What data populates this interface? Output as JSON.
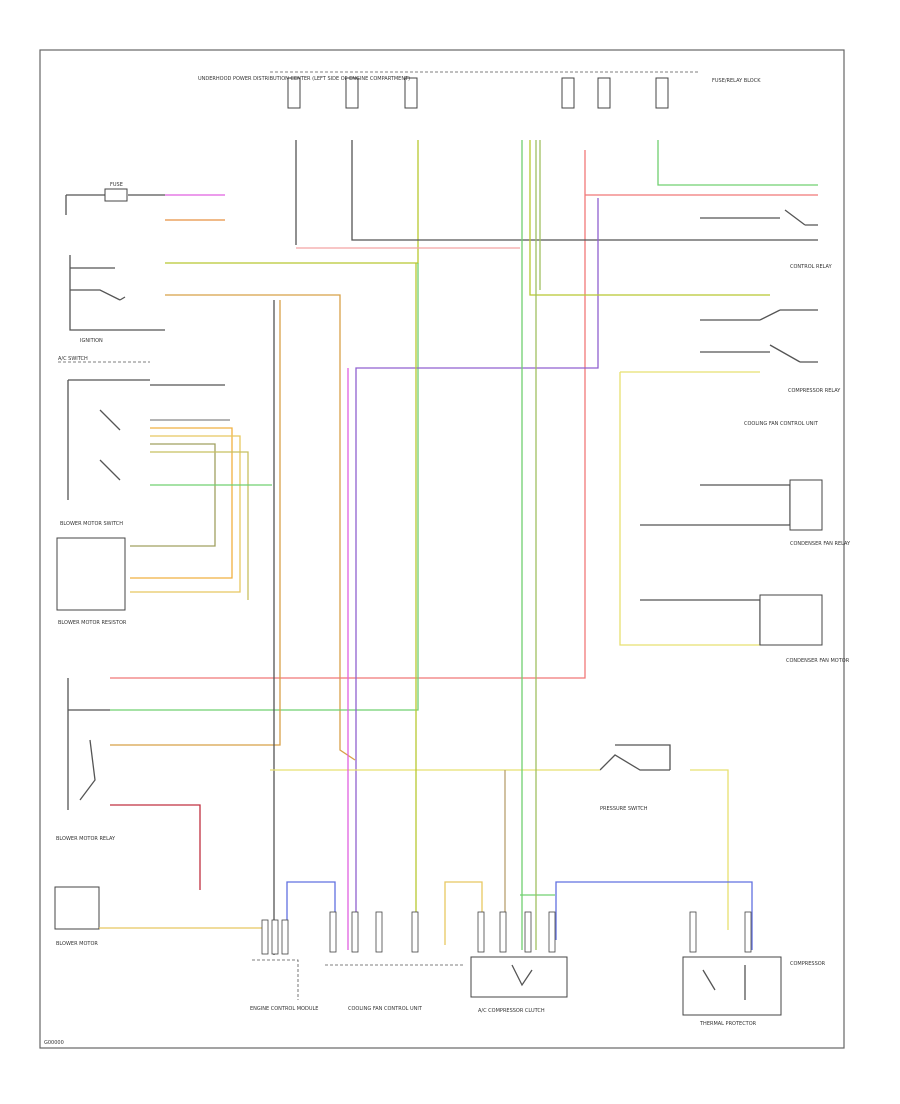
{
  "diagram": {
    "footer_code": "G00000",
    "labels": {
      "fuse_panel_left": "UNDERHOOD POWER DISTRIBUTION CENTER (LEFT SIDE OF ENGINE COMPARTMENT)",
      "fuse_panel_right": "FUSE/RELAY BLOCK",
      "ignition": "IGNITION",
      "a_c_switch": "A/C SWITCH",
      "fan_switch": "BLOWER MOTOR SWITCH",
      "blower_resistor": "BLOWER MOTOR RESISTOR",
      "blower_motor_relay": "BLOWER MOTOR RELAY",
      "blower_motor": "BLOWER MOTOR",
      "control_relay": "CONTROL RELAY",
      "compressor_relay": "COMPRESSOR RELAY",
      "condenser_fan_relay": "CONDENSER FAN RELAY",
      "condenser_fan_motor": "CONDENSER FAN MOTOR",
      "pressure_switch": "PRESSURE SWITCH",
      "engine_control_module": "ENGINE CONTROL MODULE",
      "cooling_fan_control": "COOLING FAN CONTROL UNIT",
      "a_c_compressor_clutch": "A/C COMPRESSOR CLUTCH",
      "thermal_protector": "THERMAL PROTECTOR",
      "compressor": "COMPRESSOR",
      "fuse": "FUSE"
    }
  }
}
